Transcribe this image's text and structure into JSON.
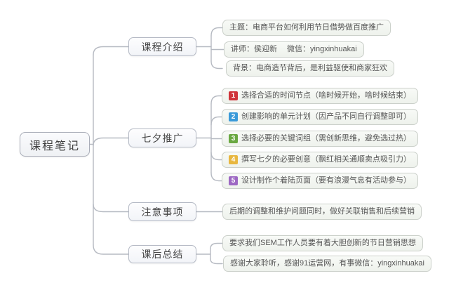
{
  "mindmap": {
    "root": {
      "label": "课程笔记"
    },
    "branches": [
      {
        "label": "课程介绍",
        "children": [
          {
            "text": "主题：电商平台如何利用节日借势做百度推广"
          },
          {
            "text": "讲师：侯迎新　 微信：yingxinhuakai"
          },
          {
            "text": "背景：电商造节背后，是利益驱使和商家狂欢"
          }
        ]
      },
      {
        "label": "七夕推广",
        "children": [
          {
            "badge": "1",
            "badge_color": "#cf3339",
            "text": "选择合适的时间节点（啥时候开始，啥时候结束）"
          },
          {
            "badge": "2",
            "badge_color": "#3a9ad9",
            "text": "创建影响的单元计划（因产品不同自行调整即可）"
          },
          {
            "badge": "3",
            "badge_color": "#6aa842",
            "text": "选择必要的关键词组（需创新思维，避免选过热）"
          },
          {
            "badge": "4",
            "badge_color": "#e8b740",
            "text": "撰写七夕的必要创意（飘红相关通顺卖点吸引力）"
          },
          {
            "badge": "5",
            "badge_color": "#9d68c3",
            "text": "设计制作个着陆页面（要有浪漫气息有活动参与）"
          }
        ]
      },
      {
        "label": "注意事项",
        "children": [
          {
            "text": "后期的调整和维护问题同时，做好关联销售和后续营销"
          }
        ]
      },
      {
        "label": "课后总结",
        "children": [
          {
            "text": "要求我们SEM工作人员要有着大胆创新的节日营销思想"
          },
          {
            "text": "感谢大家聆听，感谢91运营网，有事微信：yingxinhuakai"
          }
        ]
      }
    ],
    "connector_color": "#b6bac2"
  }
}
